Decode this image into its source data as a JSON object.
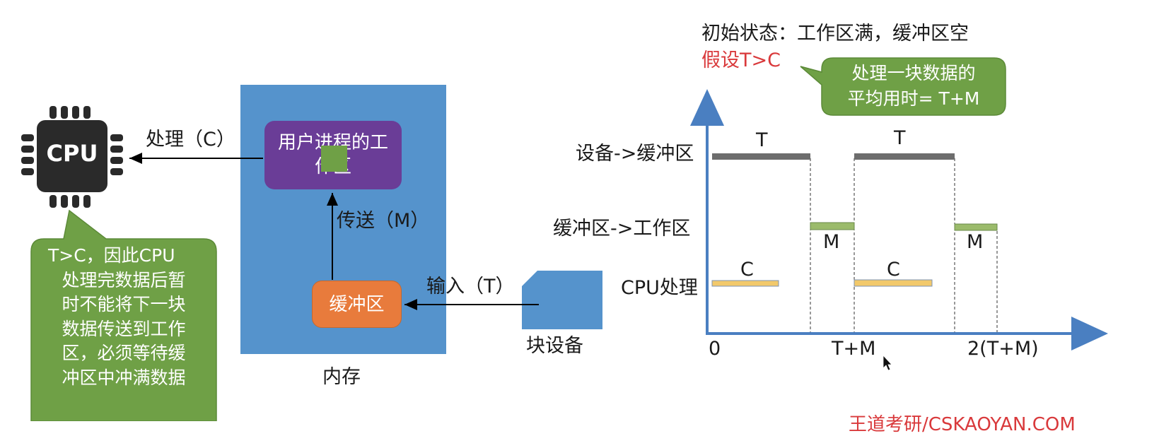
{
  "left": {
    "cpu_label": "CPU",
    "process_label": "处理（C）",
    "memory_label": "内存",
    "work_area_label": "用户进程的工作区",
    "transfer_label": "传送（M）",
    "buffer_label": "缓冲区",
    "input_label": "输入（T）",
    "device_label": "块设备",
    "callout_lines": [
      "T>C，因此CPU",
      "处理完数据后暂",
      "时不能将下一块",
      "数据传送到工作",
      "区，必须等待缓",
      "冲区中冲满数据"
    ]
  },
  "right": {
    "initial_state": "初始状态：工作区满，缓冲区空",
    "assumption": "假设T>C",
    "callout_lines": [
      "处理一块数据的",
      "平均用时= T+M"
    ]
  },
  "chart_data": {
    "type": "gantt",
    "rows": [
      "设备->缓冲区",
      "缓冲区->工作区",
      "CPU处理"
    ],
    "x_ticks": [
      "0",
      "T+M",
      "2(T+M)"
    ],
    "segments": [
      {
        "row": "设备->缓冲区",
        "label": "T",
        "color": "#6d6d6d"
      },
      {
        "row": "设备->缓冲区",
        "label": "T",
        "color": "#6d6d6d"
      },
      {
        "row": "缓冲区->工作区",
        "label": "M",
        "color": "#9bbb6b"
      },
      {
        "row": "缓冲区->工作区",
        "label": "M",
        "color": "#9bbb6b"
      },
      {
        "row": "CPU处理",
        "label": "C",
        "color": "#f2c96b"
      },
      {
        "row": "CPU处理",
        "label": "C",
        "color": "#f2c96b"
      }
    ]
  },
  "footer": {
    "watermark": "王道考研/CSKAOYAN.COM"
  },
  "colors": {
    "memory": "#5593cc",
    "work_area": "#6a3d97",
    "buffer": "#e87b3c",
    "callout": "#6fa046",
    "device": "#5593cc",
    "assumption": "#d9393b",
    "axis": "#4a7fc1"
  }
}
